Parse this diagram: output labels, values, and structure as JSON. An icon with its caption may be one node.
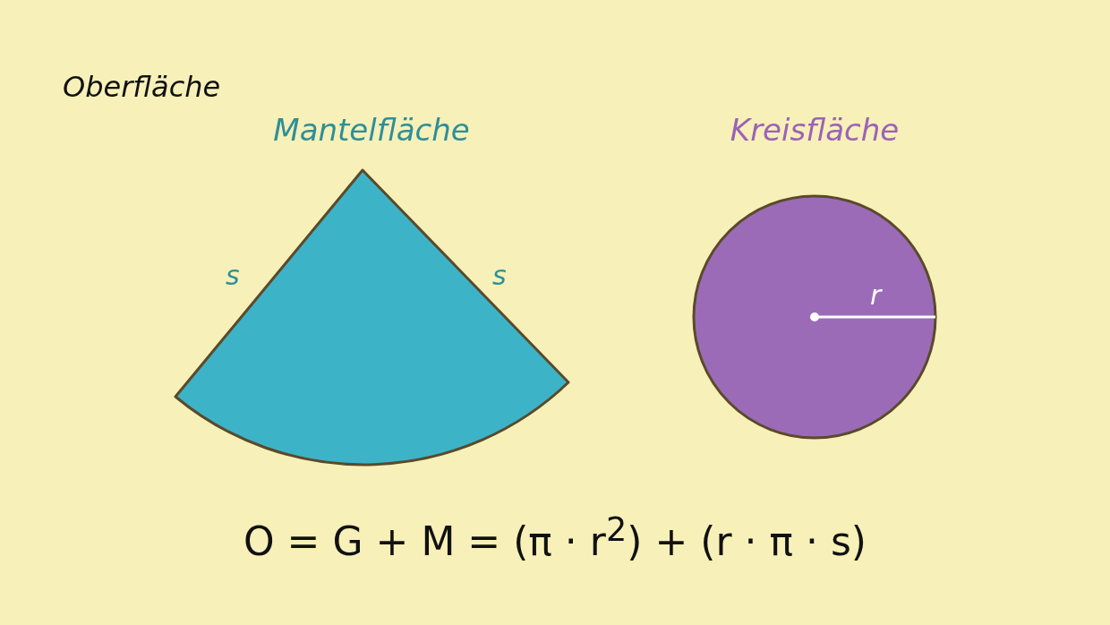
{
  "diagram": {
    "title": "Oberfläche",
    "nodes": [
      {
        "text": [
          "Mantelfläche"
        ]
      },
      {
        "text": [
          "Kreisfläche"
        ]
      }
    ],
    "labels": [
      "s",
      "s",
      "r",
      "O = G + M = (π · r$^{2}$) + (r · π · s)"
    ]
  }
}
